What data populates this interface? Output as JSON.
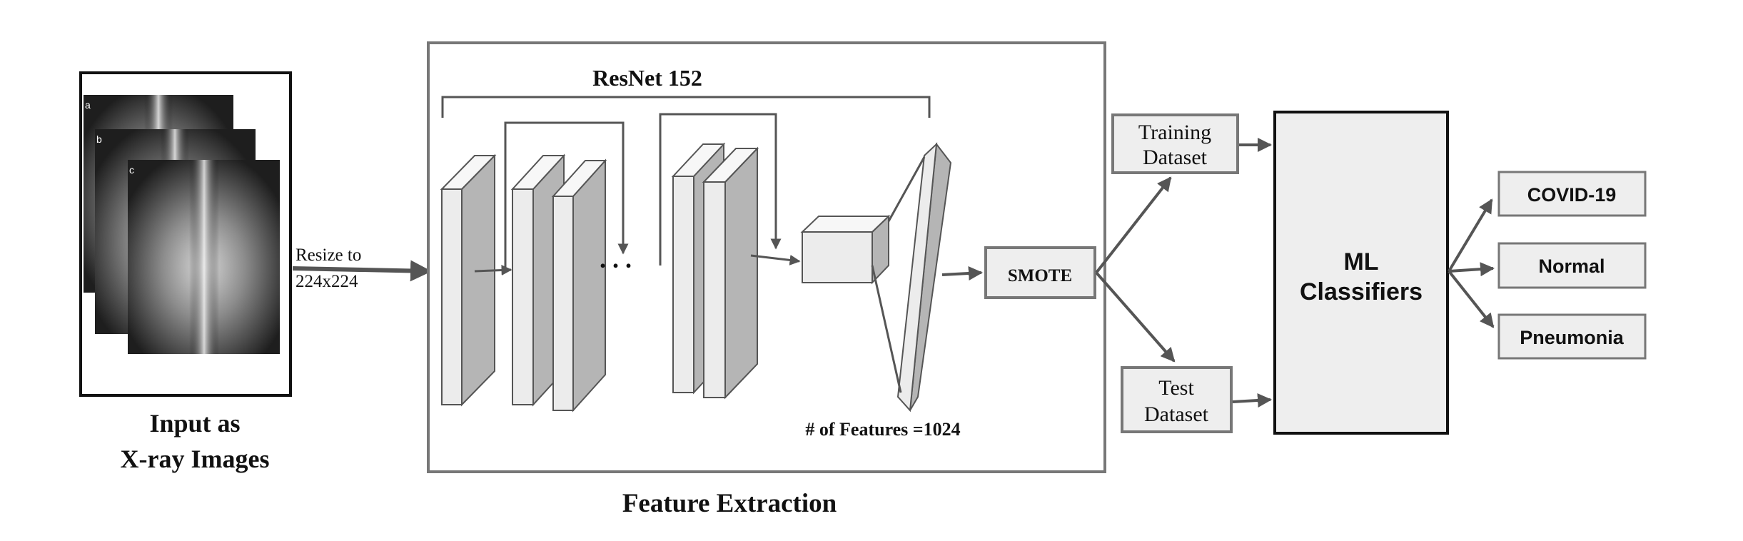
{
  "input": {
    "title_line1": "Input as",
    "title_line2": "X-ray Images",
    "image_tags": [
      "a",
      "b",
      "c"
    ]
  },
  "resize": {
    "line1": "Resize to",
    "line2": "224x224"
  },
  "feature_extraction": {
    "network_label": "ResNet 152",
    "ellipsis": ". . .",
    "features_label": "# of Features =1024",
    "caption": "Feature Extraction"
  },
  "smote": {
    "label": "SMOTE"
  },
  "datasets": {
    "training_line1": "Training",
    "training_line2": "Dataset",
    "test_line1": "Test",
    "test_line2": "Dataset"
  },
  "ml": {
    "line1": "ML",
    "line2": "Classifiers"
  },
  "outputs": [
    "COVID-19",
    "Normal",
    "Pneumonia"
  ],
  "colors": {
    "line": "#555555",
    "box_fill": "#eeeeee",
    "block_front": "#ececec",
    "block_side": "#b5b5b5",
    "block_top": "#f7f7f7",
    "xray_dark": "#1a1a1a"
  }
}
